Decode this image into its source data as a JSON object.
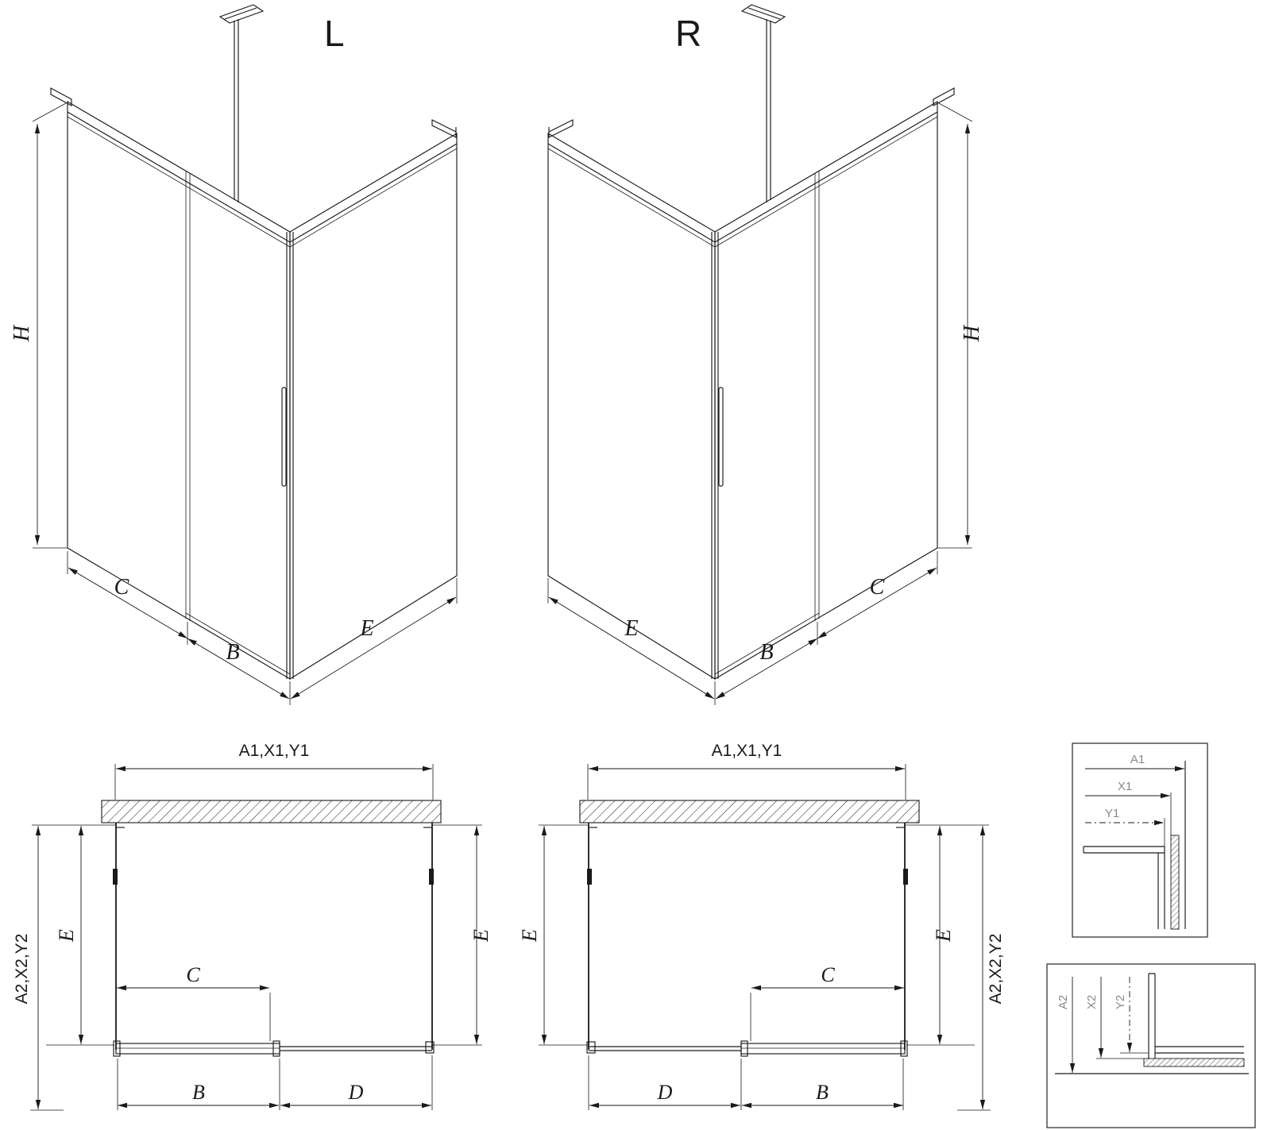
{
  "colors": {
    "line": "#1a1a1a",
    "detail_label": "#8a8a8a",
    "background": "#ffffff"
  },
  "iso_left": {
    "variant_label": "L",
    "dim_height": "H",
    "dim_c": "C",
    "dim_b": "B",
    "dim_e": "E"
  },
  "iso_right": {
    "variant_label": "R",
    "dim_height": "H",
    "dim_c": "C",
    "dim_b": "B",
    "dim_e": "E"
  },
  "plan_left": {
    "dim_width_top": "A1,X1,Y1",
    "dim_depth_side": "A2,X2,Y2",
    "dim_e_left": "E",
    "dim_e_right": "E",
    "dim_c": "C",
    "dim_b": "B",
    "dim_d": "D"
  },
  "plan_right": {
    "dim_width_top": "A1,X1,Y1",
    "dim_depth_side": "A2,X2,Y2",
    "dim_e_left": "E",
    "dim_e_right": "E",
    "dim_c": "C",
    "dim_b": "B",
    "dim_d": "D"
  },
  "detail_top": {
    "dim_a1": "A1",
    "dim_x1": "X1",
    "dim_y1": "Y1"
  },
  "detail_bottom": {
    "dim_a2": "A2",
    "dim_x2": "X2",
    "dim_y2": "Y2"
  }
}
